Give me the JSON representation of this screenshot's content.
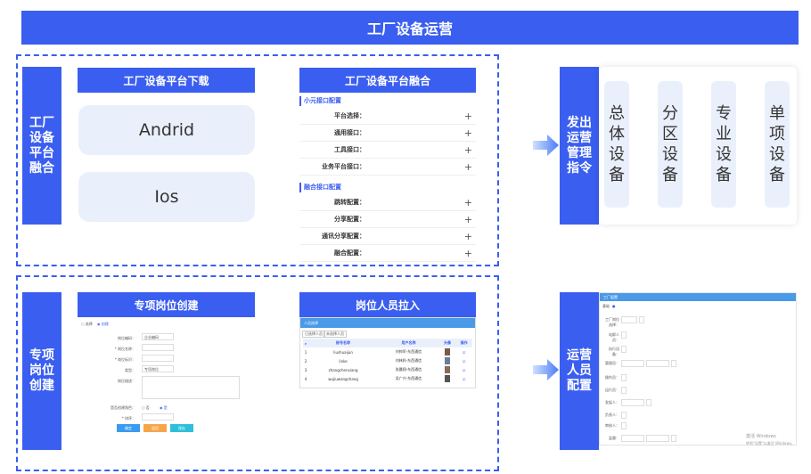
{
  "title": "工厂设备运营",
  "section1": {
    "label": "工厂设备平台融合",
    "download_title": "工厂设备平台下载",
    "download_items": [
      "Andrid",
      "Ios"
    ],
    "fusion_title": "工厂设备平台融合",
    "groups": [
      {
        "name": "小元接口配置",
        "items": [
          "平台选择：",
          "通用接口：",
          "工具接口：",
          "业务平台接口："
        ]
      },
      {
        "name": "融合接口配置",
        "items": [
          "跳转配置：",
          "分享配置：",
          "通讯分享配置：",
          "融合配置："
        ]
      }
    ]
  },
  "command": {
    "label": "发出运营管理指令",
    "items": [
      "总体设备",
      "分区设备",
      "专业设备",
      "单项设备"
    ]
  },
  "section2": {
    "label": "专项岗位创建",
    "create_title": "专项岗位创建",
    "create_form": {
      "tabs": [
        "选择",
        "创建"
      ],
      "fields": [
        "岗位编码：",
        "* 岗位名称：",
        "* 岗位标识：",
        "类型：",
        "岗位描述：",
        "是否创建角色：",
        "* 排序："
      ],
      "values": [
        "企业编码",
        "",
        "",
        "专项岗位",
        "",
        "",
        ""
      ],
      "radio": [
        "否",
        "是"
      ],
      "buttons": [
        "确定",
        "返回",
        "保存"
      ]
    },
    "pull_title": "岗位人员拉入",
    "pull_panel": {
      "header": "人员选择",
      "tabs": [
        "已选择人员",
        "未选择人员"
      ],
      "columns": [
        "",
        "账号名称",
        "用户名称",
        "头像",
        "操作"
      ],
      "rows": [
        [
          "1",
          "liushuaijun",
          "刘帅军-东西通信",
          "☑"
        ],
        [
          "2",
          "linke",
          "刘林科-东西通信",
          "☑"
        ],
        [
          "3",
          "zhangchenxiang",
          "张晨翔-东西通信",
          "☑"
        ],
        [
          "4",
          "wujiuwangchang",
          "吴广兴-东西通信",
          "☑"
        ]
      ]
    }
  },
  "ops": {
    "label": "运营人员配置",
    "panel": {
      "header": "工厂配置",
      "subheader": "基础",
      "rows": [
        "工厂岗位选择：",
        "站群人员：",
        "执行设备：",
        "管理员：",
        "操作员：",
        "运行员：",
        "发起人：",
        "负责人：",
        "审核人：",
        "监督："
      ]
    },
    "watermark": [
      "激活 Windows",
      "转到\"设置\"以激活 Windows。"
    ]
  },
  "colors": {
    "accent": "#3a5ef0",
    "pill": "#eaf0fb"
  }
}
